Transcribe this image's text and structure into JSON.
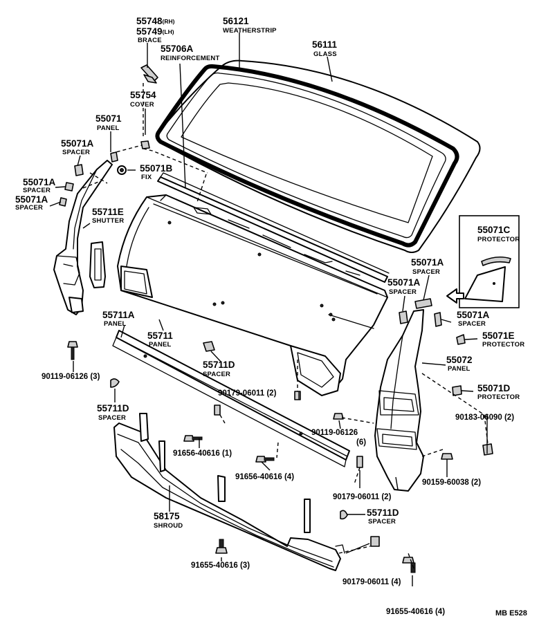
{
  "callouts": {
    "brace_rh": {
      "part": "55748",
      "side": "(RH)"
    },
    "brace_lh": {
      "part": "55749",
      "side": "(LH)",
      "name": "BRACE"
    },
    "weatherstrip": {
      "part": "56121",
      "name": "WEATHERSTRIP"
    },
    "glass": {
      "part": "56111",
      "name": "GLASS"
    },
    "reinforcement": {
      "part": "55706A",
      "name": "REINFORCEMENT"
    },
    "cover": {
      "part": "55754",
      "name": "COVER"
    },
    "panel_55071": {
      "part": "55071",
      "name": "PANEL"
    },
    "spacer_a1": {
      "part": "55071A",
      "name": "SPACER"
    },
    "fix": {
      "part": "55071B",
      "name": "FIX"
    },
    "spacer_a2": {
      "part": "55071A",
      "name": "SPACER"
    },
    "spacer_a3": {
      "part": "55071A",
      "name": "SPACER"
    },
    "shutter": {
      "part": "55711E",
      "name": "SHUTTER"
    },
    "protector_c": {
      "part": "55071C",
      "name": "PROTECTOR"
    },
    "spacer_a4": {
      "part": "55071A",
      "name": "SPACER"
    },
    "spacer_a5": {
      "part": "55071A",
      "name": "SPACER"
    },
    "spacer_a6": {
      "part": "55071A",
      "name": "SPACER"
    },
    "protector_e": {
      "part": "55071E",
      "name": "PROTECTOR"
    },
    "panel_55711a": {
      "part": "55711A",
      "name": "PANEL"
    },
    "panel_55711": {
      "part": "55711",
      "name": "PANEL"
    },
    "spacer_d1": {
      "part": "55711D",
      "name": "SPACER"
    },
    "panel_55072": {
      "part": "55072",
      "name": "PANEL"
    },
    "protector_d": {
      "part": "55071D",
      "name": "PROTECTOR"
    },
    "spacer_d2": {
      "part": "55711D",
      "name": "SPACER"
    },
    "spacer_d3": {
      "part": "55711D",
      "name": "SPACER"
    },
    "shroud": {
      "part": "58175",
      "name": "SHROUD"
    }
  },
  "fasteners": {
    "f1": "90119-06126 (3)",
    "f2": "90179-06011 (2)",
    "f3": "90119-06126",
    "f3_qty": "(6)",
    "f4": "90183-06090 (2)",
    "f5": "91656-40616 (1)",
    "f6": "91656-40616 (4)",
    "f7": "90179-06011 (2)",
    "f8": "90159-60038 (2)",
    "f9": "91655-40616 (3)",
    "f10": "90179-06011 (4)",
    "f11": "91655-40616 (4)"
  },
  "footer_code": "MB  E528"
}
